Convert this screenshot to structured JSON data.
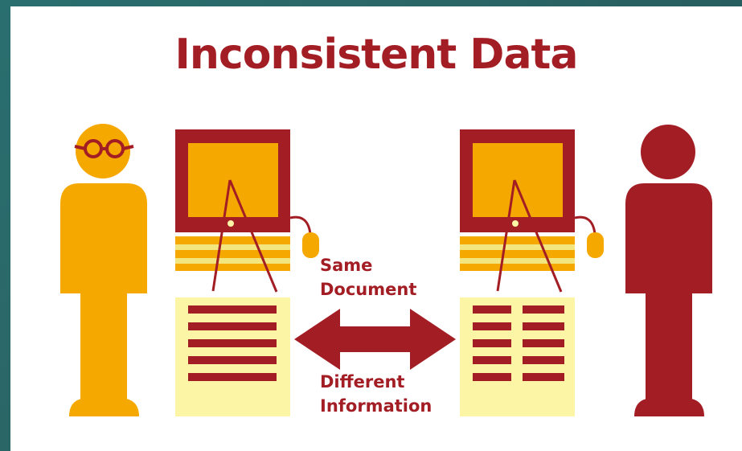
{
  "title": "Inconsistent Data",
  "labels": {
    "same_line1": "Same",
    "same_line2": "Document",
    "diff_line1": "Different",
    "diff_line2": "Information"
  },
  "colors": {
    "dark_red": "#a31d24",
    "orange": "#f5a800",
    "yellow": "#f3e67e",
    "pale_yellow": "#fdf5a6",
    "background": "#ffffff"
  },
  "icons": [
    "person-with-glasses-icon",
    "person-icon",
    "computer-monitor-icon",
    "mouse-icon",
    "document-icon",
    "double-arrow-icon"
  ]
}
